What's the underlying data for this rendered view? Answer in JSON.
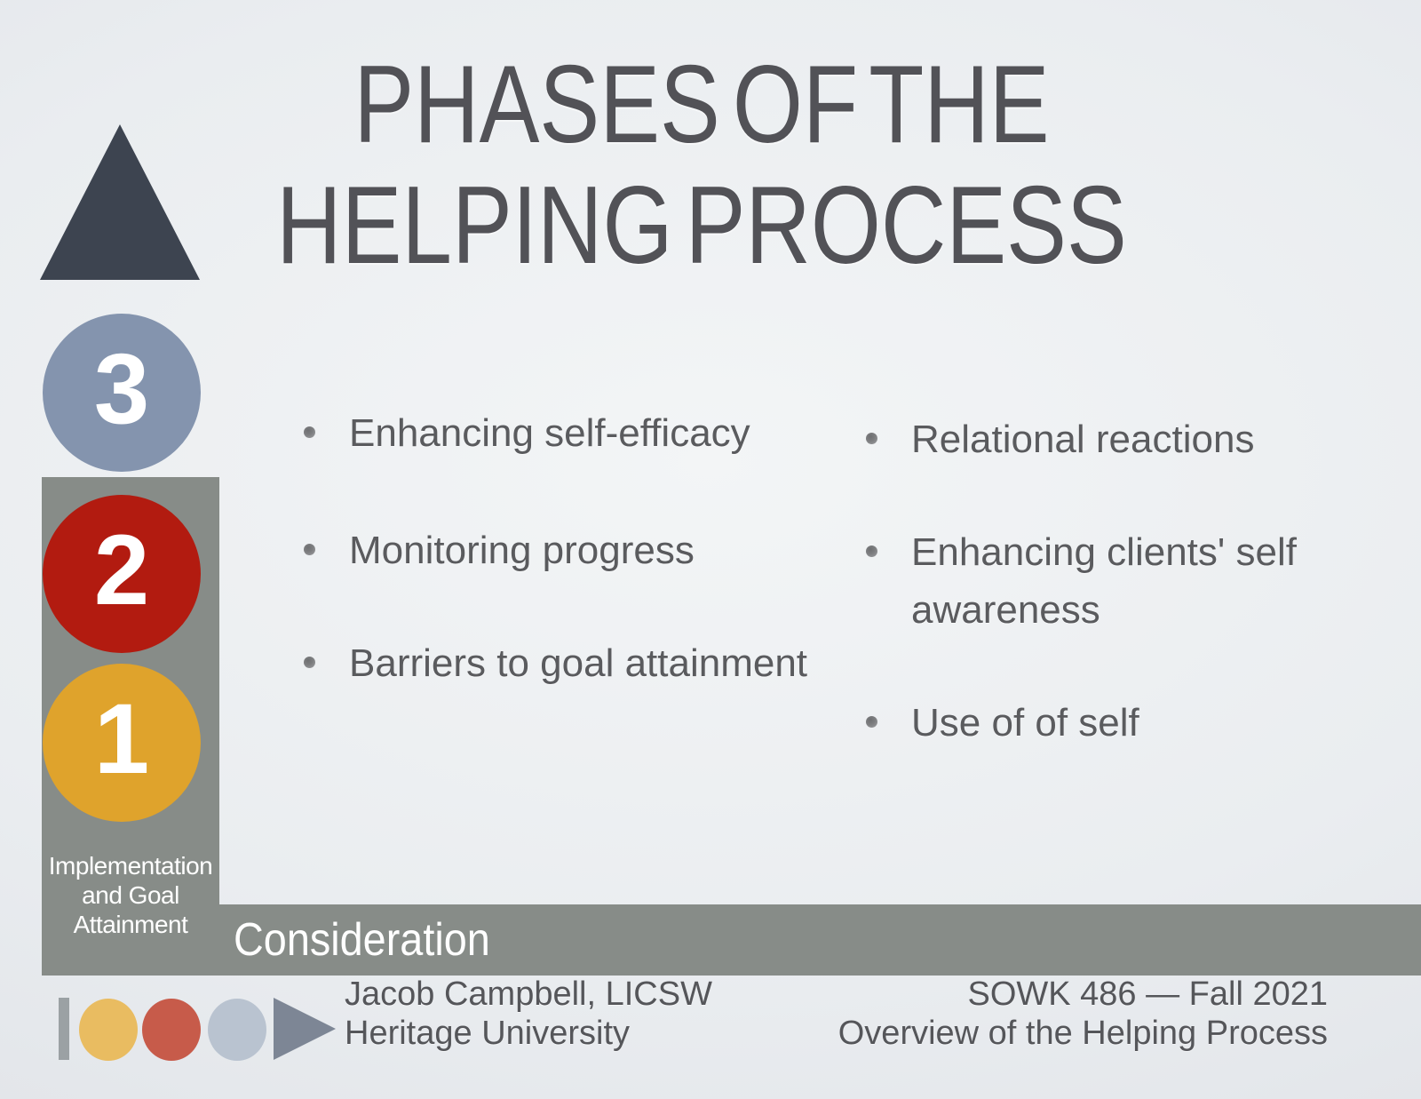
{
  "slide_title": {
    "lines": [
      "PHASES OF THE",
      "HELPING PROCESS"
    ]
  },
  "phase_graphic": {
    "triangle_color": "#3d4450",
    "bar_color": "#878c88",
    "steps": [
      {
        "number": "3",
        "color": "#8494ae"
      },
      {
        "number": "2",
        "color": "#b21b10"
      },
      {
        "number": "1",
        "color": "#dfa32c"
      }
    ],
    "step1_label": "Implementation and Goal Attainment",
    "banner_label": "Consideration"
  },
  "bullets": {
    "left": [
      "Enhancing self-efficacy",
      "Monitoring progress",
      "Barriers to goal attainment"
    ],
    "right": [
      "Relational reactions",
      "Enhancing clients' self awareness",
      "Use of of self"
    ]
  },
  "footer": {
    "logo": {
      "shapes": [
        "bar",
        "circle-yellow",
        "circle-red",
        "circle-blue",
        "triangle"
      ],
      "colors": {
        "bar": "#9ba1a4",
        "circle_yellow": "#e9bc61",
        "circle_red": "#c75b4a",
        "circle_blue": "#b9c3d0",
        "triangle": "#7d8695"
      }
    },
    "left": {
      "line1": "Jacob Campbell, LICSW",
      "line2": "Heritage University"
    },
    "right": {
      "line1": "SOWK 486 — Fall 2021",
      "line2": "Overview of the Helping Process"
    }
  }
}
